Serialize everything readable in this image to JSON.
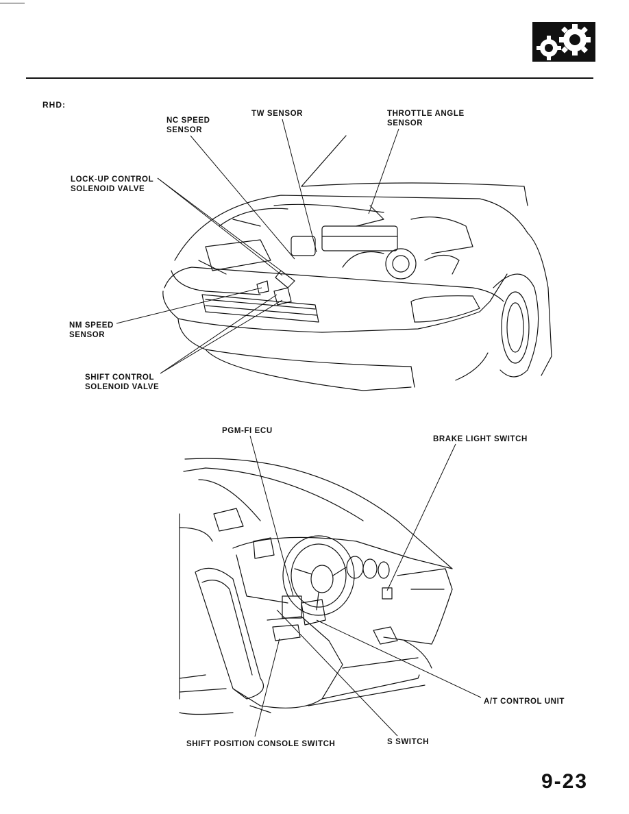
{
  "page": {
    "section_label": "RHD:",
    "page_number": "9-23"
  },
  "engine_labels": {
    "nc_speed_sensor_1": "NC SPEED",
    "nc_speed_sensor_2": "SENSOR",
    "tw_sensor": "TW SENSOR",
    "throttle_angle_sensor_1": "THROTTLE ANGLE",
    "throttle_angle_sensor_2": "SENSOR",
    "lockup_solenoid_1": "LOCK-UP CONTROL",
    "lockup_solenoid_2": "SOLENOID VALVE",
    "nm_speed_sensor_1": "NM SPEED",
    "nm_speed_sensor_2": "SENSOR",
    "shift_solenoid_1": "SHIFT CONTROL",
    "shift_solenoid_2": "SOLENOID VALVE"
  },
  "interior_labels": {
    "pgm_fi_ecu": "PGM-FI ECU",
    "brake_light_switch": "BRAKE LIGHT SWITCH",
    "at_control_unit": "A/T CONTROL UNIT",
    "shift_position_console_switch": "SHIFT POSITION CONSOLE SWITCH",
    "s_switch": "S SWITCH"
  },
  "icons": {
    "header_badge": "gears-icon"
  }
}
